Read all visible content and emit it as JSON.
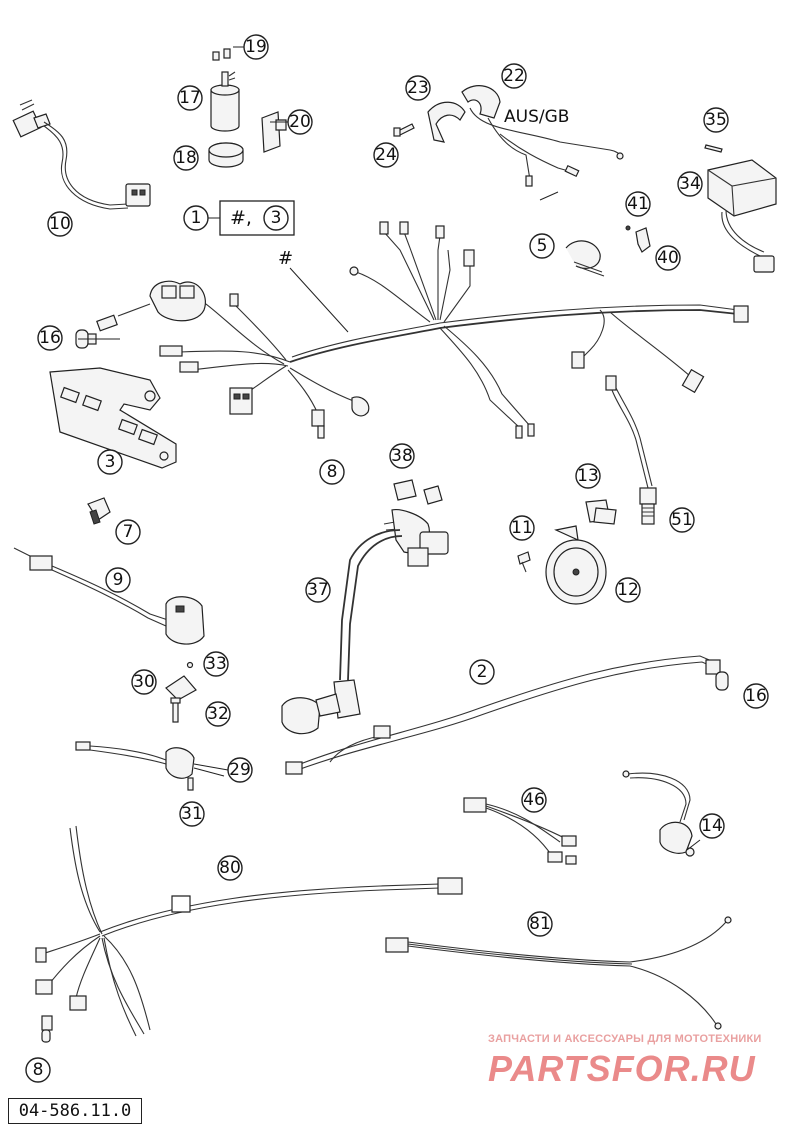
{
  "doc_number": "04-586.11.0",
  "kit_label": {
    "hash": "#,",
    "number": "3",
    "leader_number": "1"
  },
  "harness_mark": "#",
  "region_note": "AUS/GB",
  "watermark": {
    "tagline": "ЗАПЧАСТИ И АКСЕССУАРЫ ДЛЯ МОТОТЕХНИКИ",
    "brand": "PARTSFOR.RU"
  },
  "callouts": {
    "c19": "19",
    "c17": "17",
    "c20": "20",
    "c18": "18",
    "c10": "10",
    "c23": "23",
    "c22": "22",
    "c24": "24",
    "c35": "35",
    "c34": "34",
    "c41": "41",
    "c40": "40",
    "c5": "5",
    "c16a": "16",
    "c3": "3",
    "c8a": "8",
    "c38": "38",
    "c7": "7",
    "c13": "13",
    "c11": "11",
    "c51": "51",
    "c12": "12",
    "c9": "9",
    "c37": "37",
    "c2": "2",
    "c16b": "16",
    "c33": "33",
    "c30": "30",
    "c32": "32",
    "c29": "29",
    "c31": "31",
    "c46": "46",
    "c14": "14",
    "c80": "80",
    "c81": "81",
    "c8b": "8"
  }
}
